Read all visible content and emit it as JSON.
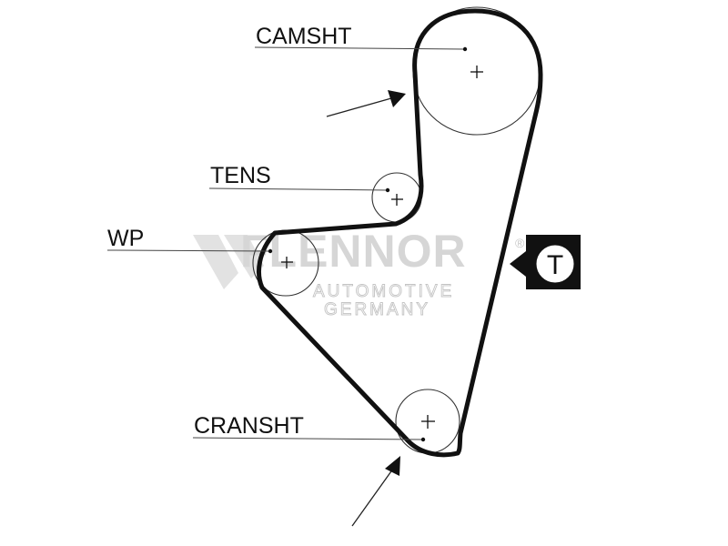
{
  "diagram": {
    "labels": {
      "camshaft": "CAMSHT",
      "tensioner": "TENS",
      "water_pump": "WP",
      "crankshaft": "CRANSHT"
    },
    "badge_letter": "T"
  },
  "watermark": {
    "brand": "FLENNOR",
    "registered": "®",
    "line1": "AUTOMOTIVE",
    "line2": "GERMANY"
  }
}
